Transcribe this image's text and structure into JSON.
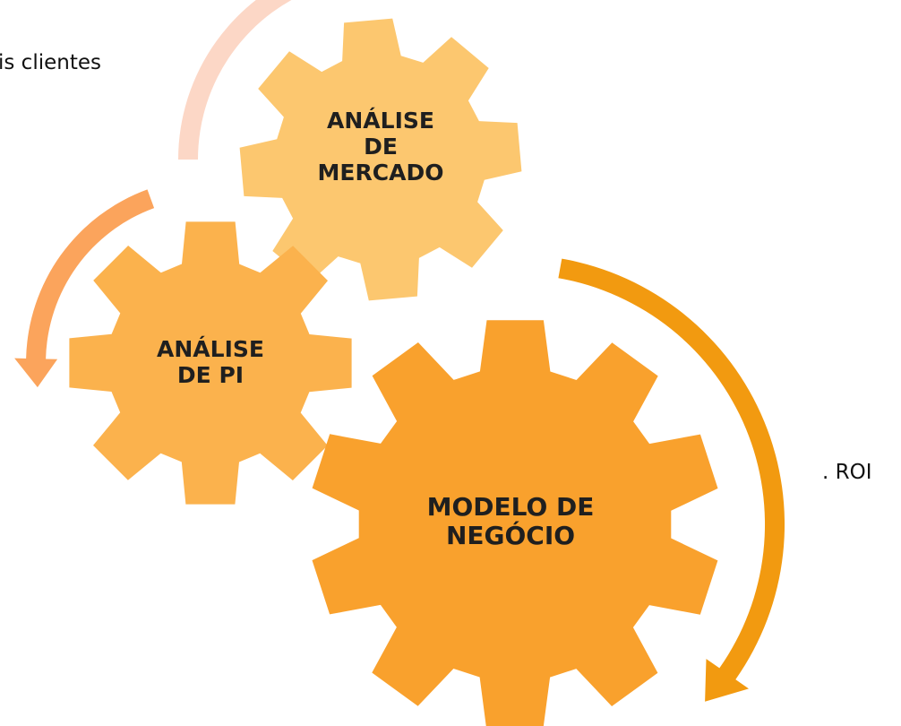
{
  "side_texts": {
    "left_fragment": "is clientes",
    "right_fragment": ". ROI"
  },
  "gears": {
    "market_analysis": {
      "lines": [
        "ANÁLISE",
        "DE",
        "MERCADO"
      ],
      "color": "#FCC76F"
    },
    "ip_analysis": {
      "lines": [
        "ANÁLISE",
        "DE PI"
      ],
      "color": "#FBB24D"
    },
    "business_model": {
      "lines": [
        "MODELO DE",
        "NEGÓCIO"
      ],
      "color": "#F9A12D"
    }
  },
  "arrows": {
    "top": {
      "color": "#FCD7C6"
    },
    "left": {
      "color": "#FBA45C"
    },
    "right": {
      "color": "#F29A10"
    }
  }
}
